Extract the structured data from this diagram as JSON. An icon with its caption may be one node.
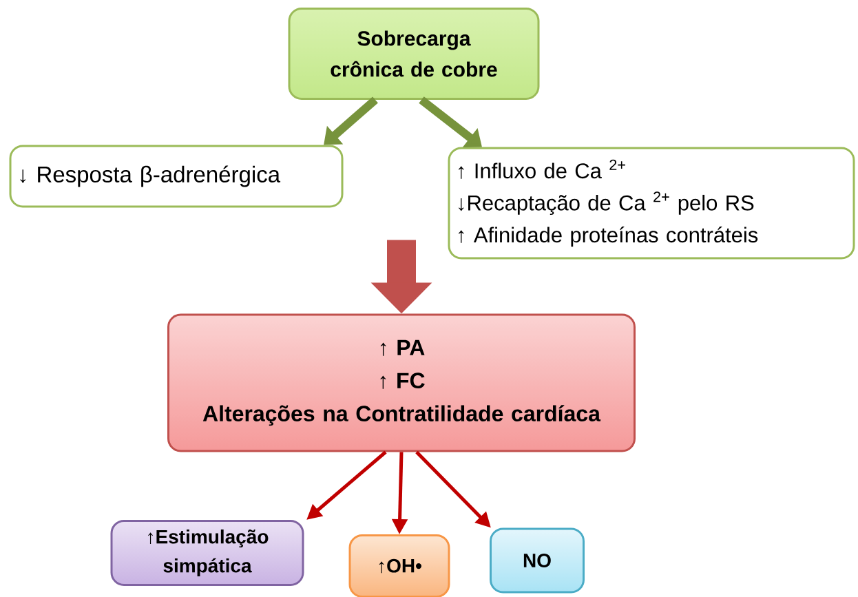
{
  "diagram": {
    "nodes": [
      {
        "text": [
          "Sobrecarga crônica de cobre"
        ]
      },
      {
        "text": [
          "↓ Resposta β-adrenérgica"
        ]
      },
      {
        "text": [
          "↑ Influxo de Ca $^{2+}$",
          "↓Recaptação de Ca $^{2+}$ pelo RS",
          "↑ Afinidade proteínas contráteis"
        ]
      },
      {
        "text": [
          "↑ PA",
          "↑ FC",
          "Alterações na Contratilidade cardíaca"
        ]
      },
      {
        "text": [
          "↑Estimulação simpática"
        ]
      },
      {
        "text": [
          "↑OH•"
        ]
      },
      {
        "text": [
          "NO"
        ]
      }
    ],
    "edges": [
      {
        "from": 0,
        "to": 1,
        "arrow": "to",
        "style": "thick",
        "color": "#77933c"
      },
      {
        "from": 0,
        "to": 2,
        "arrow": "to",
        "style": "thick",
        "color": "#77933c"
      },
      {
        "from": null,
        "to": 3,
        "arrow": "to",
        "style": "thick",
        "color": "#c0504d"
      },
      {
        "from": 3,
        "to": 4,
        "arrow": "to",
        "color": "#c00000"
      },
      {
        "from": 3,
        "to": 5,
        "arrow": "to",
        "color": "#c00000"
      },
      {
        "from": 3,
        "to": 6,
        "arrow": "to",
        "color": "#c00000"
      }
    ]
  }
}
